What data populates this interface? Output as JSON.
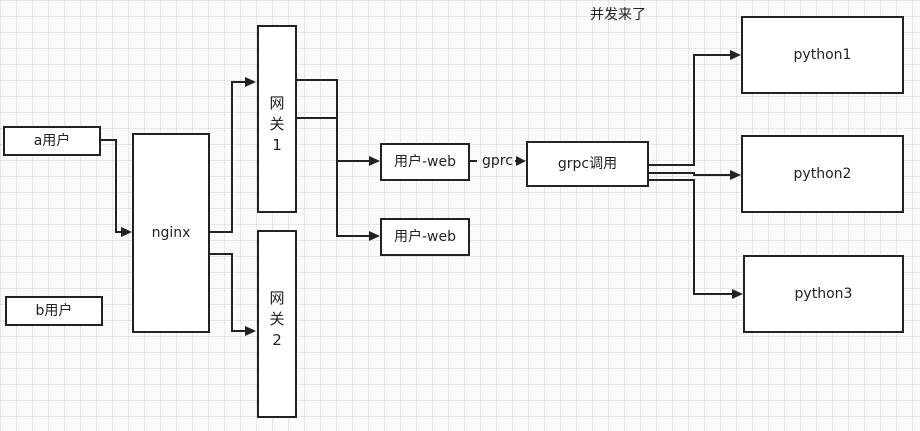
{
  "diagram": {
    "title": "并发来了",
    "nodes": {
      "user_a": "a用户",
      "user_b": "b用户",
      "nginx": "nginx",
      "gateway1": [
        "网",
        "关",
        "1"
      ],
      "gateway2": [
        "网",
        "关",
        "2"
      ],
      "user_web_1": "用户-web",
      "user_web_2": "用户-web",
      "grpc_call": "grpc调用",
      "python1": "python1",
      "python2": "python2",
      "python3": "python3"
    },
    "edge_label_grpc": "gprc"
  }
}
